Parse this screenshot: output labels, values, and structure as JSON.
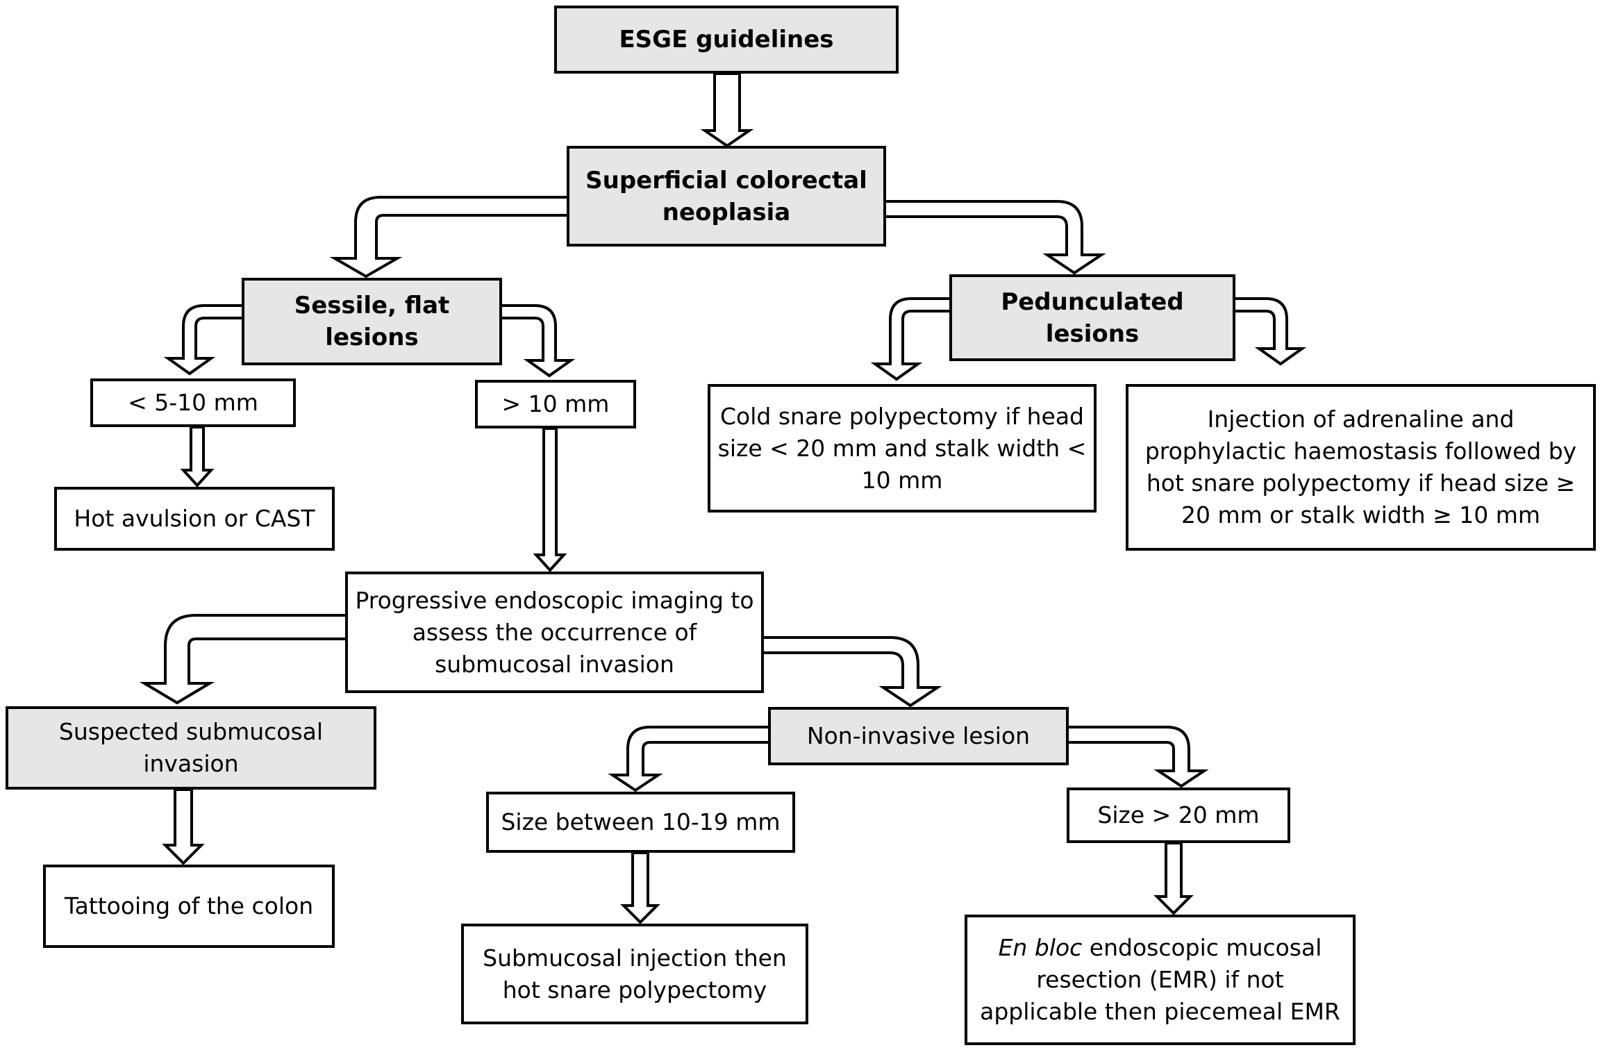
{
  "boxes": {
    "esge": "ESGE guidelines",
    "scn": "Superficial colorectal neoplasia",
    "sessile": "Sessile, flat lesions",
    "pedunculated": "Pedunculated lesions",
    "lt10": "< 5-10 mm",
    "gt10": "> 10 mm",
    "cold": "Cold snare polypectomy if head size < 20 mm and stalk width < 10 mm",
    "injection": "Injection of adrenaline and prophylactic haemostasis followed by hot snare polypectomy if head size ≥ 20 mm or stalk width ≥ 10 mm",
    "hot": "Hot avulsion or CAST",
    "progressive": "Progressive endoscopic imaging to assess the occurrence of submucosal invasion",
    "suspected": "Suspected submucosal invasion",
    "noninvasive": "Non-invasive lesion",
    "size1019": "Size between 10-19 mm",
    "size20": "Size > 20 mm",
    "tattoo": "Tattooing of the colon",
    "submucosal": "Submucosal injection then hot snare polypectomy",
    "enbloc_italic": "En bloc",
    "enbloc_rest": " endoscopic mucosal resection (EMR) if not applicable then piecemeal EMR"
  },
  "colors": {
    "highlight_fill": "#e6e6e6",
    "plain_fill": "#ffffff",
    "stroke": "#000000"
  }
}
